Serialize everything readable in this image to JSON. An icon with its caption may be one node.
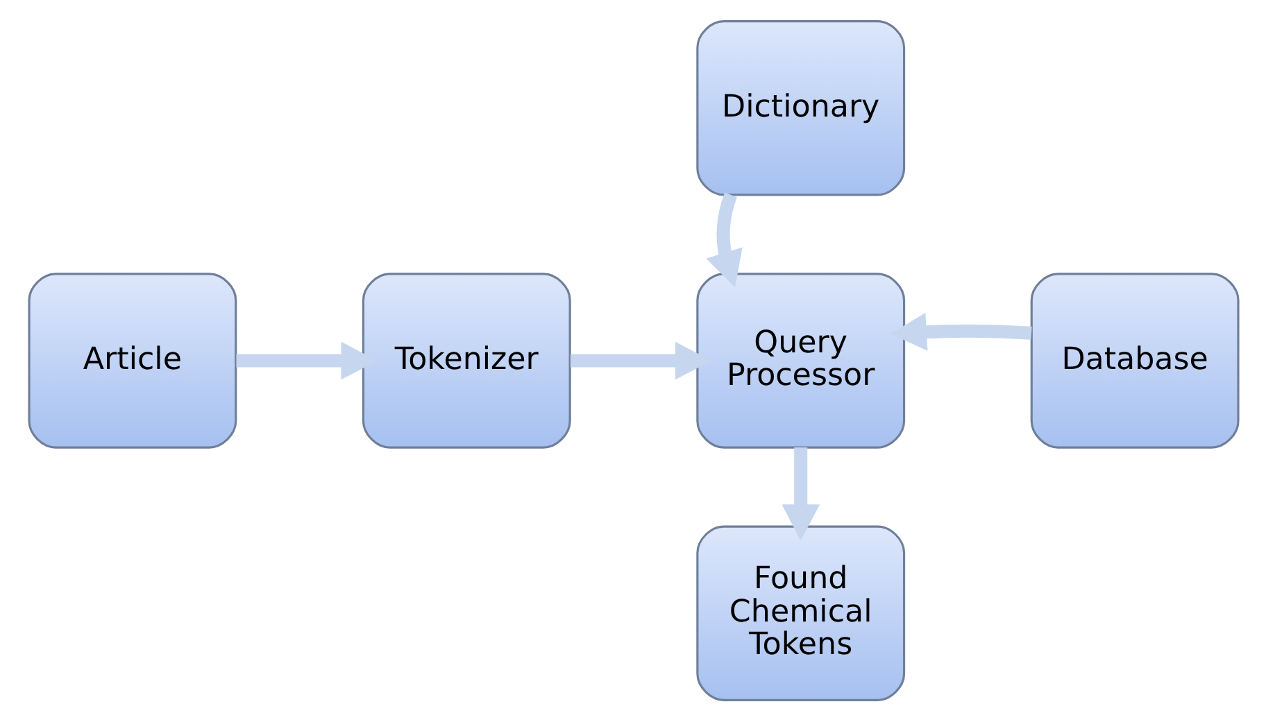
{
  "diagram": {
    "nodes": [
      {
        "text": [
          "Dictionary"
        ]
      },
      {
        "text": [
          "Article"
        ]
      },
      {
        "text": [
          "Tokenizer"
        ]
      },
      {
        "text": [
          "Query Processor"
        ]
      },
      {
        "text": [
          "Database"
        ]
      },
      {
        "text": [
          "Found Chemical Tokens"
        ]
      }
    ],
    "edges": [
      {
        "from": 1,
        "to": 2,
        "arrow": "to"
      },
      {
        "from": 2,
        "to": 3,
        "arrow": "to"
      },
      {
        "from": 0,
        "to": 3,
        "arrow": "to"
      },
      {
        "from": 4,
        "to": 3,
        "arrow": "to"
      },
      {
        "from": 3,
        "to": 5,
        "arrow": "to"
      }
    ]
  }
}
